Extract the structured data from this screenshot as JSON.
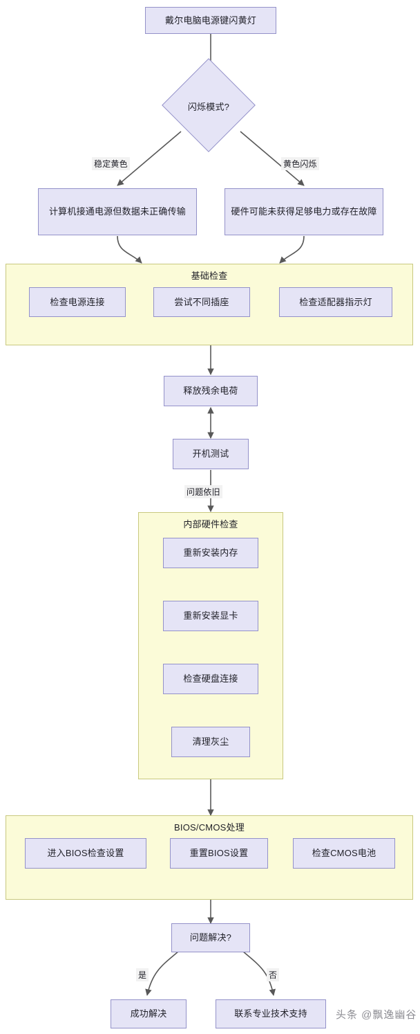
{
  "diagram": {
    "type": "flowchart",
    "title_node": "戴尔电脑电源键闪黄灯",
    "watermark": "头条 @飘逸幽谷",
    "colors": {
      "node_fill": "#e5e4f6",
      "node_border": "#9391c9",
      "group_fill": "#fbfbd8",
      "group_border": "#c8c87f",
      "edge": "#585858",
      "text": "#1f1f27",
      "edge_label_bg": "#f2f2f2"
    }
  },
  "nodes": {
    "start": "戴尔电脑电源键闪黄灯",
    "decision_mode": "闪烁模式?",
    "branch_steady": "计算机接通电源但数据未正确传输",
    "branch_blink": "硬件可能未获得足够电力或存在故障",
    "discharge": "释放残余电荷",
    "power_test": "开机测试",
    "decision_solved": "问题解决?",
    "outcome_success": "成功解决",
    "outcome_support": "联系专业技术支持"
  },
  "edge_labels": {
    "steady_amber": "稳定黄色",
    "blinking_amber": "黄色闪烁",
    "still_failing": "问题依旧",
    "yes": "是",
    "no": "否"
  },
  "groups": [
    {
      "id": "basic-checks",
      "title": "基础检查",
      "items": [
        "检查电源连接",
        "尝试不同插座",
        "检查适配器指示灯"
      ]
    },
    {
      "id": "internal-hardware",
      "title": "内部硬件检查",
      "items": [
        "重新安装内存",
        "重新安装显卡",
        "检查硬盘连接",
        "清理灰尘"
      ]
    },
    {
      "id": "bios-cmos",
      "title": "BIOS/CMOS处理",
      "items": [
        "进入BIOS检查设置",
        "重置BIOS设置",
        "检查CMOS电池"
      ]
    }
  ]
}
